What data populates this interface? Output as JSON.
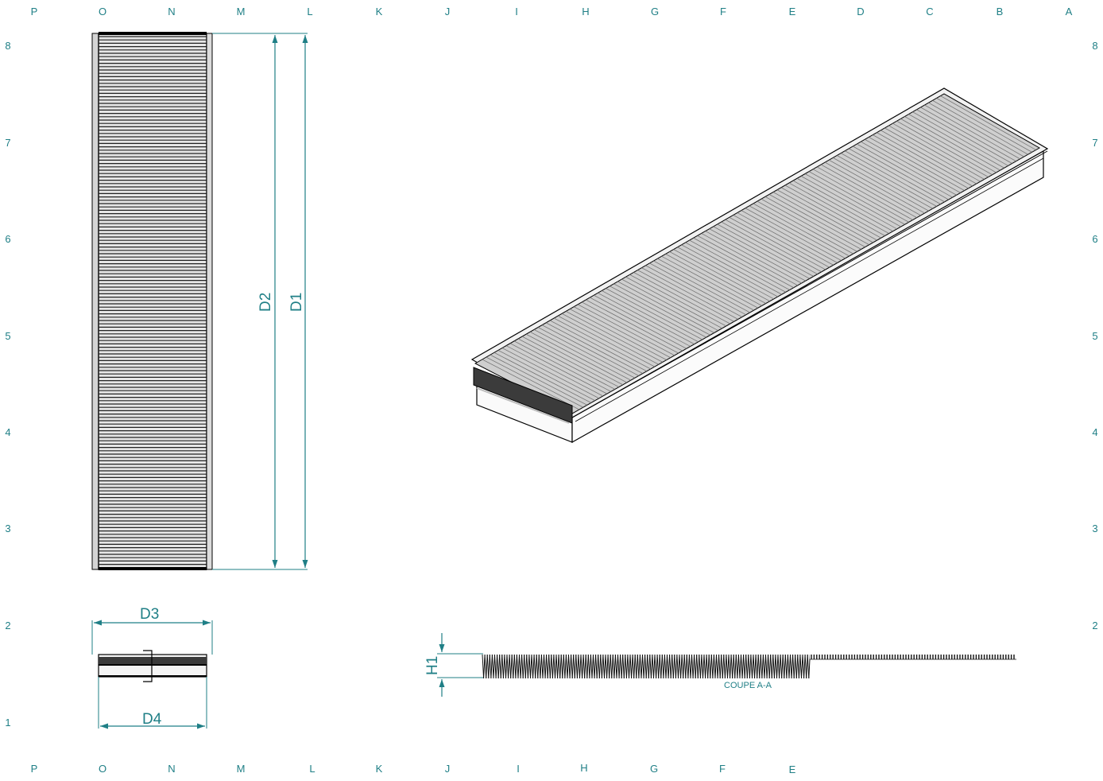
{
  "grid": {
    "top_letters": [
      "P",
      "O",
      "N",
      "M",
      "L",
      "K",
      "J",
      "I",
      "H",
      "G",
      "F",
      "E",
      "D",
      "C",
      "B",
      "A"
    ],
    "bottom_letters": [
      "P",
      "O",
      "N",
      "M",
      "L",
      "K",
      "J",
      "I",
      "H",
      "G",
      "F",
      "E"
    ],
    "left_numbers": [
      "8",
      "7",
      "6",
      "5",
      "4",
      "3",
      "2",
      "1"
    ],
    "right_numbers": [
      "8",
      "7",
      "6",
      "5",
      "4",
      "3",
      "2"
    ]
  },
  "dimensions": {
    "d1": "D1",
    "d2": "D2",
    "d3": "D3",
    "d4": "D4",
    "h1": "H1"
  },
  "section": {
    "caption": "COUPE A-A"
  },
  "colors": {
    "annotation": "#1f7f86",
    "line": "#000000"
  }
}
